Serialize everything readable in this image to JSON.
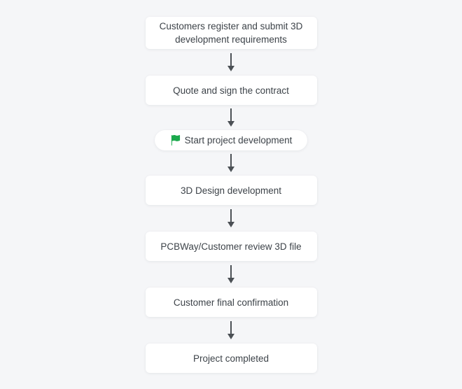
{
  "flowchart": {
    "steps": [
      {
        "id": "step-1",
        "type": "box",
        "label": "Customers register and submit 3D development requirements"
      },
      {
        "id": "step-2",
        "type": "box",
        "label": "Quote and sign the contract"
      },
      {
        "id": "step-3",
        "type": "pill",
        "label": "Start project development",
        "icon": "flag-icon"
      },
      {
        "id": "step-4",
        "type": "box",
        "label": "3D Design development"
      },
      {
        "id": "step-5",
        "type": "box",
        "label": "PCBWay/Customer review 3D file"
      },
      {
        "id": "step-6",
        "type": "box",
        "label": "Customer final confirmation"
      },
      {
        "id": "step-7",
        "type": "box",
        "label": "Project completed"
      }
    ],
    "connector": "down-arrow",
    "colors": {
      "page_background": "#f5f6f8",
      "node_background": "#ffffff",
      "text": "#3d4349",
      "arrow": "#4b5055",
      "flag_green": "#1ba94c"
    }
  }
}
